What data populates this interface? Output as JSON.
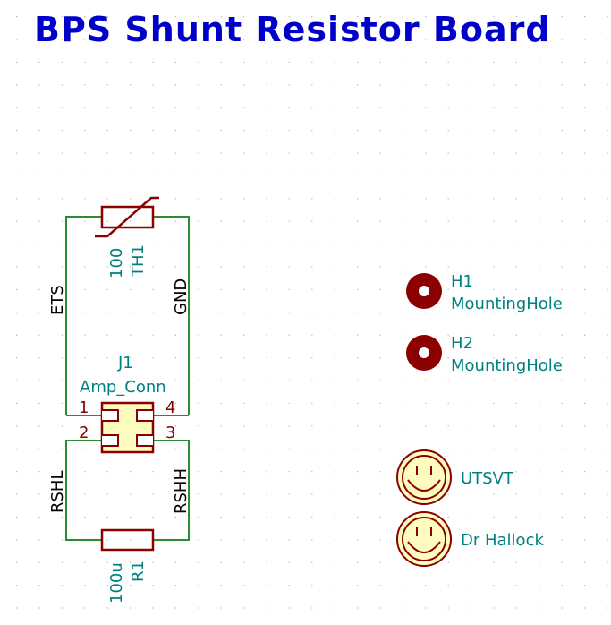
{
  "title": "BPS Shunt Resistor Board",
  "colors": {
    "wire": "#2e8b2e",
    "body": "#8b0000",
    "body_fill": "#fffcbf",
    "text": "#008080",
    "title": "#0000c8",
    "grid": "#b4b4b4",
    "pin_num": "#8b0000"
  },
  "components": {
    "thermistor": {
      "ref": "TH1",
      "value": "100"
    },
    "shunt": {
      "ref": "R1",
      "value": "100u"
    },
    "connector": {
      "ref": "J1",
      "value": "Amp_Conn",
      "pins": [
        "1",
        "2",
        "3",
        "4"
      ]
    },
    "hole1": {
      "ref": "H1",
      "value": "MountingHole"
    },
    "hole2": {
      "ref": "H2",
      "value": "MountingHole"
    },
    "logo1": {
      "label": "UTSVT"
    },
    "logo2": {
      "label": "Dr Hallock"
    }
  },
  "nets": {
    "ets": "ETS",
    "gnd": "GND",
    "rshl": "RSHL",
    "rshh": "RSHH"
  }
}
